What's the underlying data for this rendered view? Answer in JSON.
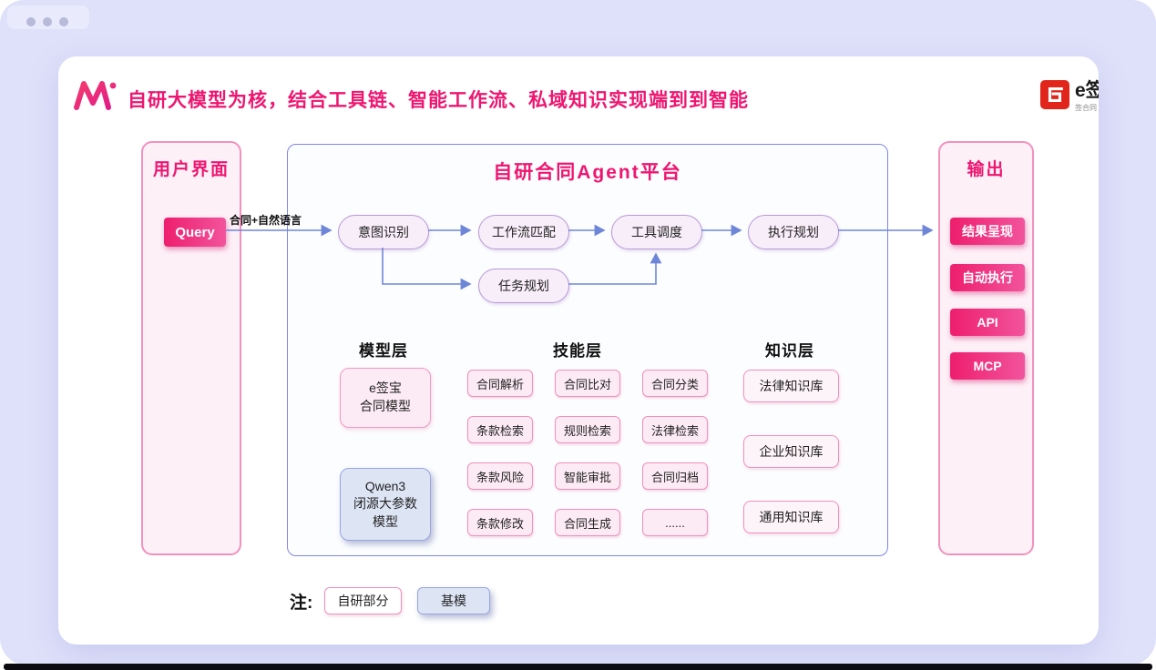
{
  "window": {
    "controls": [
      "dot",
      "dot",
      "dot"
    ]
  },
  "header": {
    "title": "自研大模型为核，结合工具链、智能工作流、私域知识实现端到到智能",
    "brand": {
      "name": "e签宝",
      "sub": "签合同"
    }
  },
  "user_panel": {
    "title": "用户界面",
    "query": "Query",
    "arrow_label": "合同+自然语言"
  },
  "platform": {
    "title": "自研合同Agent平台",
    "flow": [
      "意图识别",
      "工作流匹配",
      "工具调度",
      "执行规划"
    ],
    "task": "任务规划",
    "model": {
      "title": "模型层",
      "self_item": "e签宝\n合同模型",
      "base_item": "Qwen3\n闭源大参数\n模型"
    },
    "skill": {
      "title": "技能层",
      "items": [
        "合同解析",
        "合同比对",
        "合同分类",
        "条款检索",
        "规则检索",
        "法律检索",
        "条款风险",
        "智能审批",
        "合同归档",
        "条款修改",
        "合同生成",
        "......"
      ]
    },
    "knowledge": {
      "title": "知识层",
      "items": [
        "法律知识库",
        "企业知识库",
        "通用知识库"
      ]
    }
  },
  "output_panel": {
    "title": "输出",
    "items": [
      "结果呈现",
      "自动执行",
      "API",
      "MCP"
    ]
  },
  "legend": {
    "label": "注:",
    "self_label": "自研部分",
    "base_label": "基模"
  },
  "colors": {
    "accent_pink": "#ee1670",
    "button_gradient_start": "#ee1e6e",
    "button_gradient_end": "#f2549c",
    "panel_border_pink": "#f291bd",
    "platform_border": "#8186e4",
    "pill_border": "#b99ad5",
    "base_model_fill": "#dde5f5",
    "arrow": "#6e86d8",
    "window_background": "#dfe1fa",
    "logo_red": "#e1251b"
  }
}
